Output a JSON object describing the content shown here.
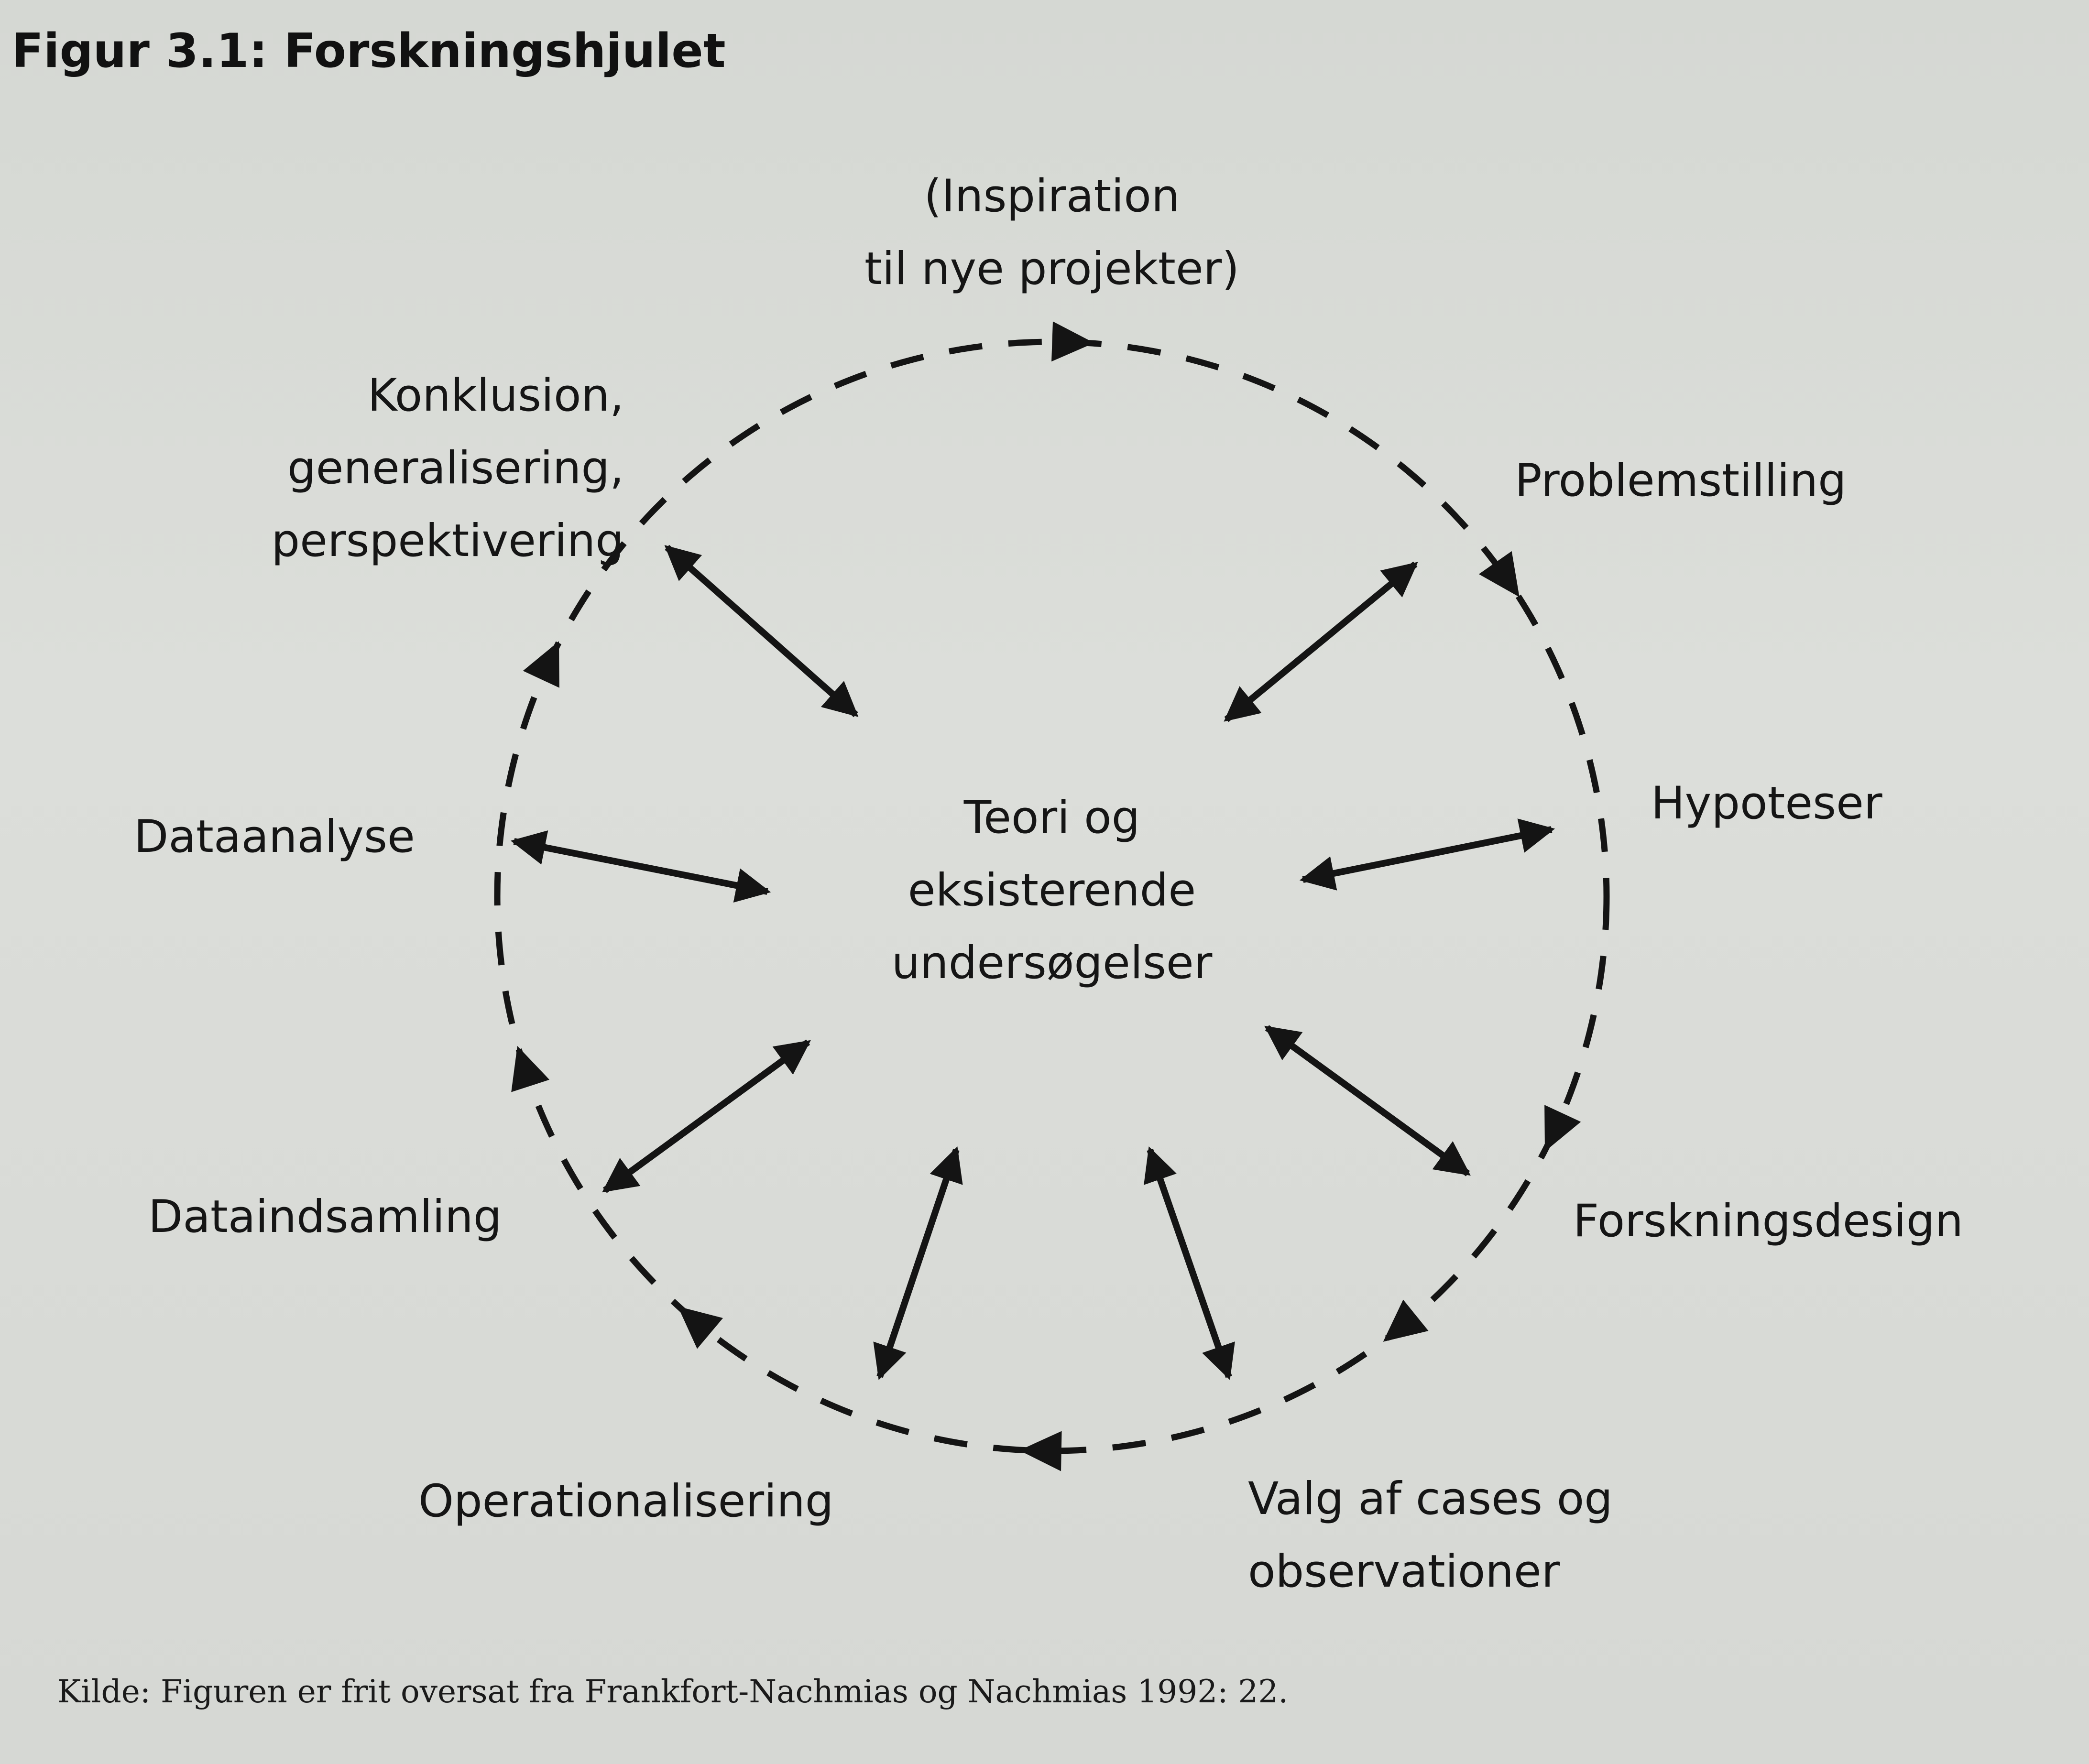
{
  "figure": {
    "title": "Figur 3.1: Forskningshjulet",
    "source": "Kilde: Figuren er frit oversat fra Frankfort-Nachmias og Nachmias 1992: 22."
  },
  "diagram": {
    "center": "Teori og\neksisterende\nundersøgelser",
    "nodes": [
      {
        "id": "inspiration",
        "label": "(Inspiration\ntil nye projekter)"
      },
      {
        "id": "problemstilling",
        "label": "Problemstilling"
      },
      {
        "id": "hypoteser",
        "label": "Hypoteser"
      },
      {
        "id": "forskningsdesign",
        "label": "Forskningsdesign"
      },
      {
        "id": "valg",
        "label": "Valg af cases og\nobservationer"
      },
      {
        "id": "operationalisering",
        "label": "Operationalisering"
      },
      {
        "id": "dataindsamling",
        "label": "Dataindsamling"
      },
      {
        "id": "dataanalyse",
        "label": "Dataanalyse"
      },
      {
        "id": "konklusion",
        "label": "Konklusion,\ngeneralisering,\nperspektivering"
      }
    ]
  }
}
